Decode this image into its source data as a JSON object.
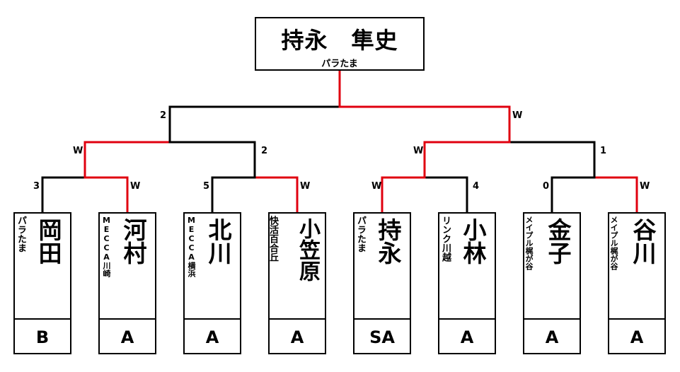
{
  "champion": {
    "name": "持永　隼史",
    "club": "パラたま"
  },
  "colors": {
    "winner_path": "#e0000f",
    "line": "#000000"
  },
  "players": [
    {
      "name": "岡田",
      "club": "パラたま",
      "grade": "B"
    },
    {
      "name": "河村",
      "club": "MECCA川崎",
      "grade": "A"
    },
    {
      "name": "北川",
      "club": "MECCA横浜",
      "grade": "A"
    },
    {
      "name": "小笠原",
      "club": "快活百合丘",
      "grade": "A"
    },
    {
      "name": "持永",
      "club": "パラたま",
      "grade": "SA"
    },
    {
      "name": "小林",
      "club": "リンク川越",
      "grade": "A"
    },
    {
      "name": "金子",
      "club": "メイプル梶が谷",
      "grade": "A"
    },
    {
      "name": "谷川",
      "club": "メイプル梶が谷",
      "grade": "A"
    }
  ],
  "results": {
    "round1": [
      {
        "left": "3",
        "right": "W"
      },
      {
        "left": "5",
        "right": "W"
      },
      {
        "left": "W",
        "right": "4"
      },
      {
        "left": "0",
        "right": "W"
      }
    ],
    "semifinals": [
      {
        "left": "W",
        "right": "2"
      },
      {
        "left": "W",
        "right": "1"
      }
    ],
    "final": {
      "left": "2",
      "right": "W"
    }
  }
}
